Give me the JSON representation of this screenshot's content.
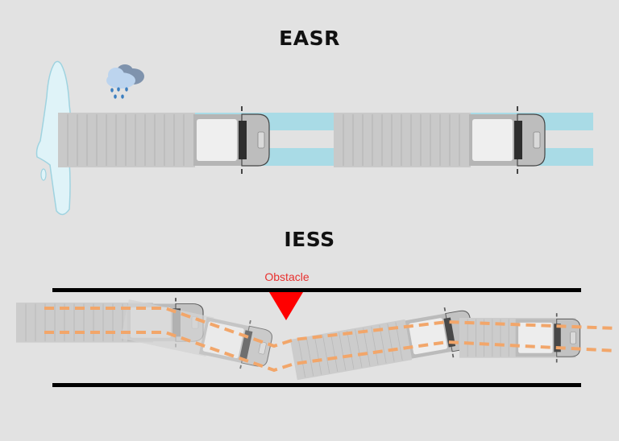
{
  "sections": {
    "top": {
      "title": "EASR",
      "icons": [
        "puddle-icon",
        "rain-cloud-icon"
      ]
    },
    "bottom": {
      "title": "IESS",
      "obstacle_label": "Obstacle"
    }
  },
  "colors": {
    "background": "#e2e2e2",
    "track_blue": "#a9dbe6",
    "trailer_gray": "#c8c8c8",
    "cab_gray": "#b3b3b3",
    "path_orange": "#f2a66a",
    "obstacle_red": "#ff0000",
    "road_line": "#000000",
    "puddle": "#dff3f8"
  }
}
